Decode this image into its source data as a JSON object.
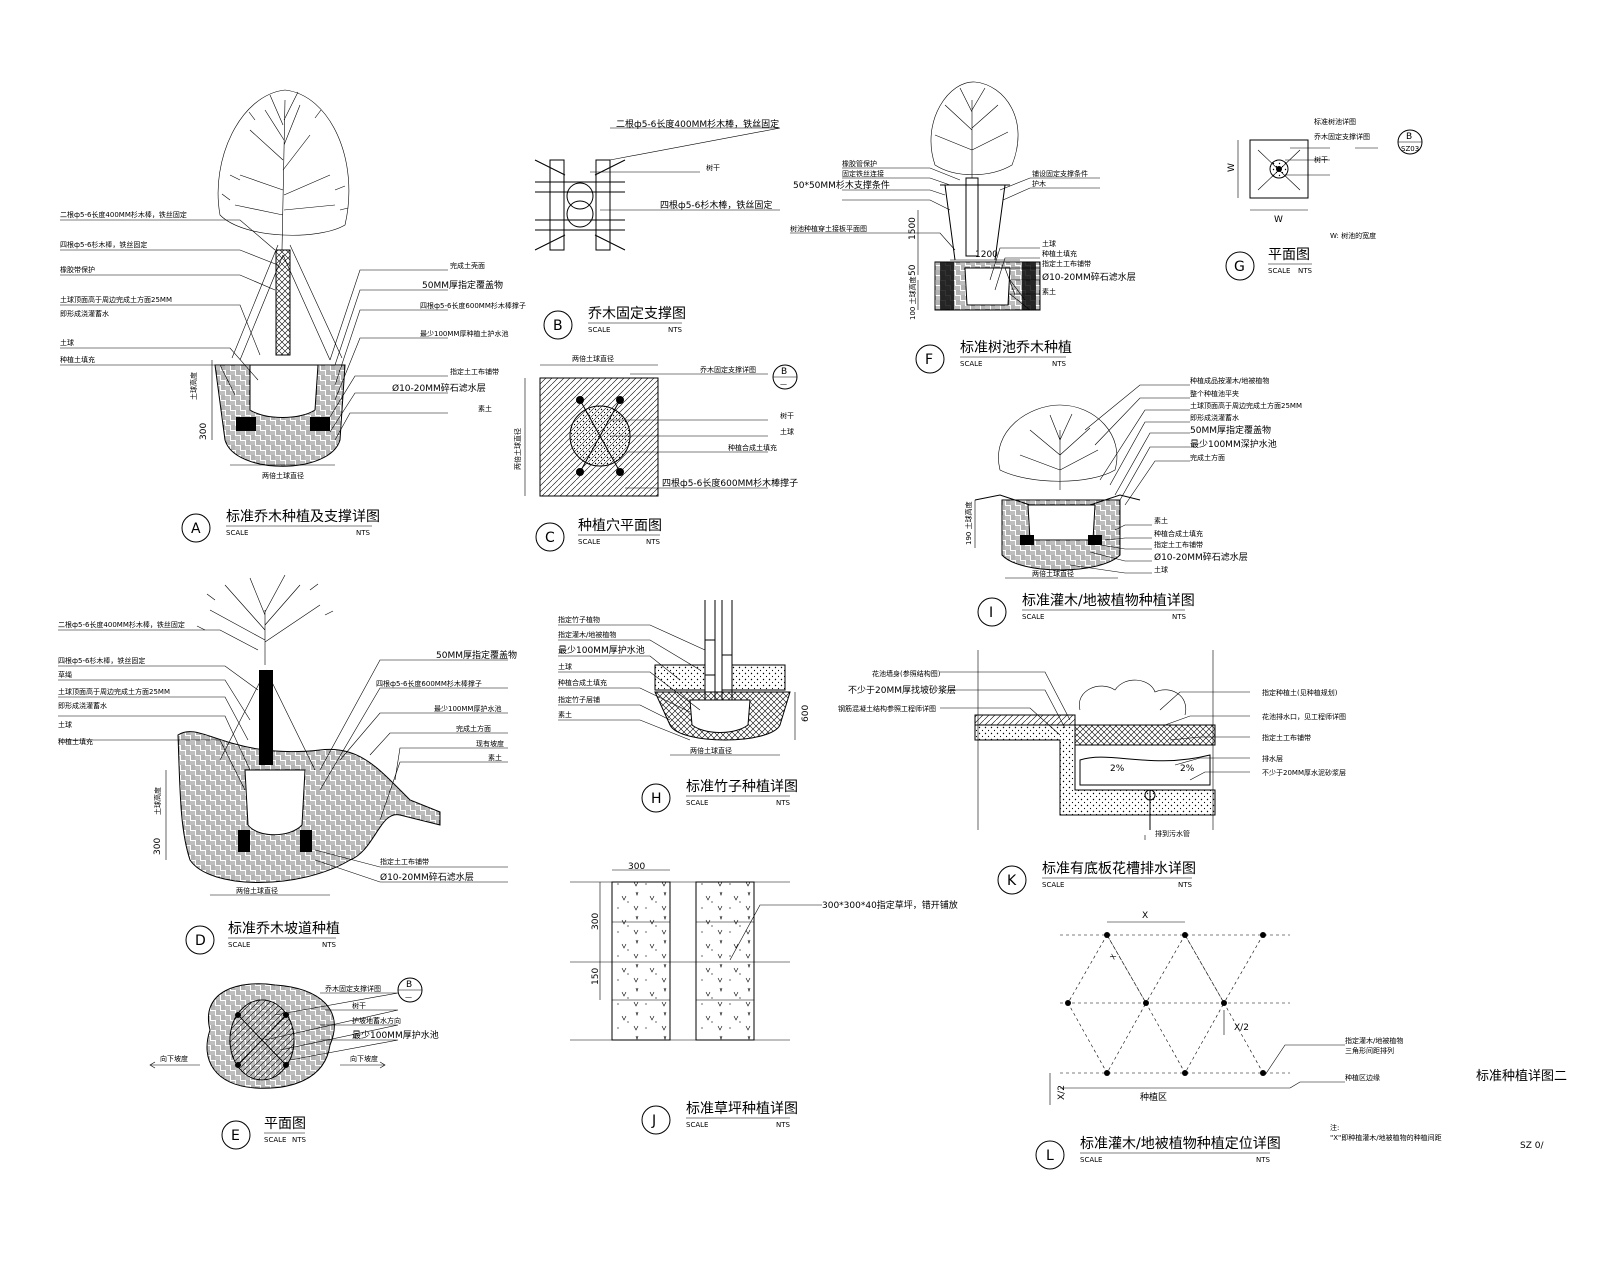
{
  "sheet_title": "标准种植详图二",
  "sheet_number": "SZ 0/",
  "scale_label": "SCALE",
  "nts_label": "NTS",
  "details": {
    "A": {
      "letter": "A",
      "title": "标准乔木种植及支撑详图",
      "annotations": [
        "二根ф5-6长度400MM杉木棒，铁丝固定",
        "四根ф5-6杉木棒，铁丝固定",
        "橡胶带保护",
        "土球顶面高于周边完成土方面25MM",
        "即形成浇灌蓄水",
        "土球",
        "种植土填充",
        "完成土壳面",
        "50MM厚指定覆盖物",
        "四根ф5-6长度600MM杉木棒撑子",
        "最少100MM厚种植土护水池",
        "指定土工布铺带",
        "Ø10-20MM碎石滤水层",
        "素土",
        "土球高度",
        "300",
        "两倍土球直径"
      ]
    },
    "B": {
      "letter": "B",
      "title": "乔木固定支撑图",
      "annotations": [
        "二根ф5-6长度400MM杉木棒，铁丝固定",
        "树干",
        "四根ф5-6杉木棒，铁丝固定"
      ]
    },
    "C": {
      "letter": "C",
      "title": "种植穴平面图",
      "ref_letter": "B",
      "ref_sub": "—",
      "annotations": [
        "两倍土球直径",
        "乔木固定支撑详图",
        "树干",
        "土球",
        "种植合成土填充",
        "四根ф5-6长度600MM杉木棒撑子",
        "两倍土球直径"
      ]
    },
    "D": {
      "letter": "D",
      "title": "标准乔木坡道种植",
      "annotations": [
        "二根ф5-6长度400MM杉木棒，铁丝固定",
        "四根ф5-6杉木棒，铁丝固定",
        "草绳",
        "土球顶面高于周边完成土方面25MM",
        "即形成浇灌蓄水",
        "土球",
        "种植土填充",
        "50MM厚指定覆盖物",
        "四根ф5-6长度600MM杉木棒撑子",
        "最少100MM厚护水池",
        "完成土方面",
        "现有坡度",
        "素土",
        "指定土工布铺带",
        "Ø10-20MM碎石滤水层",
        "土球高度",
        "300",
        "两倍土球直径"
      ]
    },
    "E": {
      "letter": "E",
      "title": "平面图",
      "ref_letter": "B",
      "ref_sub": "—",
      "annotations": [
        "乔木固定支撑详图",
        "树干",
        "护坡地蓄水方向",
        "最少100MM厚护水池",
        "向下坡度",
        "向下坡度"
      ]
    },
    "F": {
      "letter": "F",
      "title": "标准树池乔木种植",
      "annotations": [
        "橡胶管保护",
        "固定铁丝连接",
        "50*50MM杉木支撑条件",
        "铺设固定支撑条件",
        "护木",
        "树池种植穿土接板平面图",
        "土球",
        "种植土填充",
        "指定土工布铺带",
        "Ø10-20MM碎石滤水层",
        "素土",
        "1500",
        "1200",
        "50",
        "100 土球高度"
      ]
    },
    "G": {
      "letter": "G",
      "title": "平面图",
      "ref_letter": "B",
      "ref_sub": "SZ03",
      "annotations": [
        "标准树池详图",
        "乔木固定支撑详图",
        "树干",
        "W",
        "W",
        "W: 树池的宽度"
      ]
    },
    "H": {
      "letter": "H",
      "title": "标准竹子种植详图",
      "annotations": [
        "指定竹子植物",
        "指定灌木/地被植物",
        "最少100MM厚护水池",
        "土球",
        "种植合成土填充",
        "指定竹子层铺",
        "素土",
        "600",
        "两倍土球直径"
      ]
    },
    "I": {
      "letter": "I",
      "title": "标准灌木/地被植物种植详图",
      "annotations": [
        "种植成品按灌木/地被植物",
        "整个种植池平夹",
        "土球顶面高于周边完成土方面25MM",
        "即形成浇灌蓄水",
        "50MM厚指定覆盖物",
        "最少100MM深护水池",
        "完成土方面",
        "素土",
        "种植合成土填充",
        "指定土工布铺带",
        "Ø10-20MM碎石滤水层",
        "土球",
        "190 土球高度",
        "两倍土球直径"
      ]
    },
    "J": {
      "letter": "J",
      "title": "标准草坪种植详图",
      "annotations": [
        "300",
        "300",
        "150",
        "300*300*40指定草坪，错开铺放"
      ]
    },
    "K": {
      "letter": "K",
      "title": "标准有底板花槽排水详图",
      "annotations": [
        "花池墙身(参照结构图)",
        "不少于20MM厚找坡砂浆层",
        "钢筋混凝土结构参照工程师详图",
        "指定种植土(见种植规划)",
        "花池排水口，见工程师详图",
        "指定土工布铺带",
        "排水层",
        "不少于20MM厚水泥砂浆层",
        "2%",
        "2%",
        "排到污水管"
      ]
    },
    "L": {
      "letter": "L",
      "title": "标准灌木/地被植物种植定位详图",
      "annotations": [
        "X",
        "X",
        "X/2",
        "X/2",
        "指定灌木/地被植物",
        "三角形间距排列",
        "种植区边缘",
        "种植区",
        "注:",
        "\"X\"即种植灌木/地被植物的种植间距"
      ]
    }
  }
}
